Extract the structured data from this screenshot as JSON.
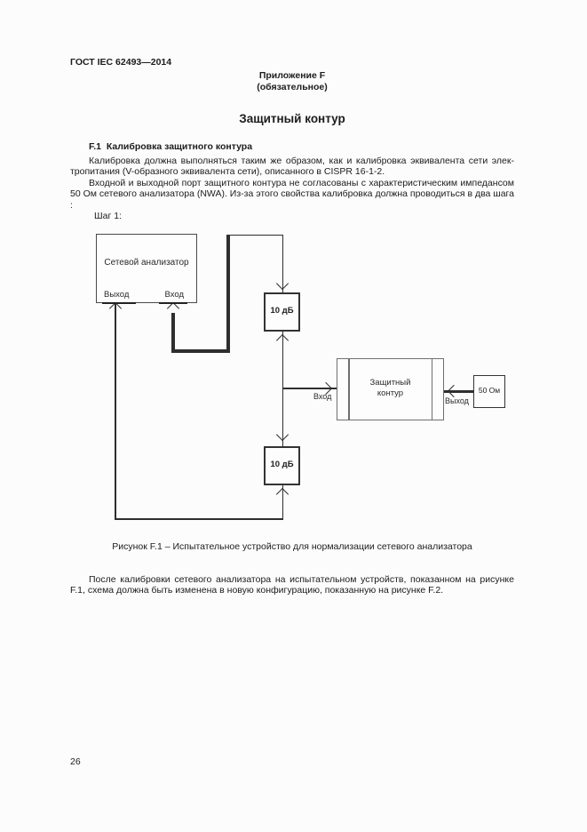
{
  "doc": {
    "header": "ГОСТ IEC 62493—2014",
    "annex": {
      "line1": "Приложение F",
      "line2": "(обязательное)"
    },
    "title": "Защитный контур",
    "section_heading": "F.1  Калибровка защитного контура",
    "body": {
      "p1_l1": "Калибровка должна выполняться таким же образом, как и калибровка эквивалента сети элек-",
      "p1_l2": "тропитания (V-образного эквивалента сети), описанного в CISPR 16-1-2.",
      "p2_l1": "Входной и выходной порт защитного контура не согласованы с характеристическим импедансом",
      "p2_l2": "50 Ом сетевого анализатора (NWA). Из-за этого свойства калибровка должна проводиться в два шага",
      "p2_l3": ":",
      "step_label": "Шаг 1:",
      "p3_l1": "После калибровки сетевого анализатора на испытательном устройств, показанном на рисунке",
      "p3_l2": "F.1, схема должна быть изменена в новую конфигурацию, показанную на рисунке F.2."
    },
    "figure_caption": "Рисунок F.1 – Испытательное устройство для нормализации сетевого анализатора",
    "page_number": "26"
  },
  "diagram": {
    "nwa": {
      "label": "Сетевой анализатор",
      "port_out": "Выход",
      "port_in": "Вход"
    },
    "attenuator_top": "10 дБ",
    "attenuator_bottom": "10 дБ",
    "dut": {
      "line1": "Защитный",
      "line2": "контур",
      "port_in": "Вход",
      "port_out": "Выход"
    },
    "load": "50 Ом"
  }
}
